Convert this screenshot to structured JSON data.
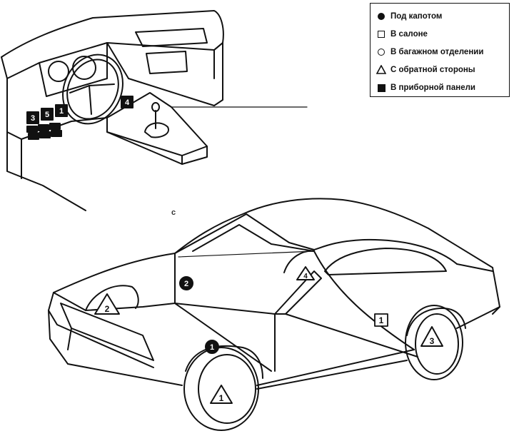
{
  "legend": {
    "items": [
      {
        "symbol": "filled-circle",
        "label": "Под капотом"
      },
      {
        "symbol": "open-square",
        "label": "В салоне"
      },
      {
        "symbol": "open-circle",
        "label": "В багажном отделении"
      },
      {
        "symbol": "open-triangle",
        "label": "С обратной стороны"
      },
      {
        "symbol": "filled-square",
        "label": "В приборной панели"
      }
    ]
  },
  "dashboard_markers": {
    "m3": "3",
    "m5": "5",
    "m1": "1",
    "m4": "4"
  },
  "car_markers": {
    "circle_1": "1",
    "circle_2": "2",
    "triangle_1": "1",
    "triangle_2": "2",
    "triangle_3": "3",
    "triangle_4": "4",
    "square_1": "1"
  },
  "stray_marks": {
    "mark_c": "c"
  }
}
